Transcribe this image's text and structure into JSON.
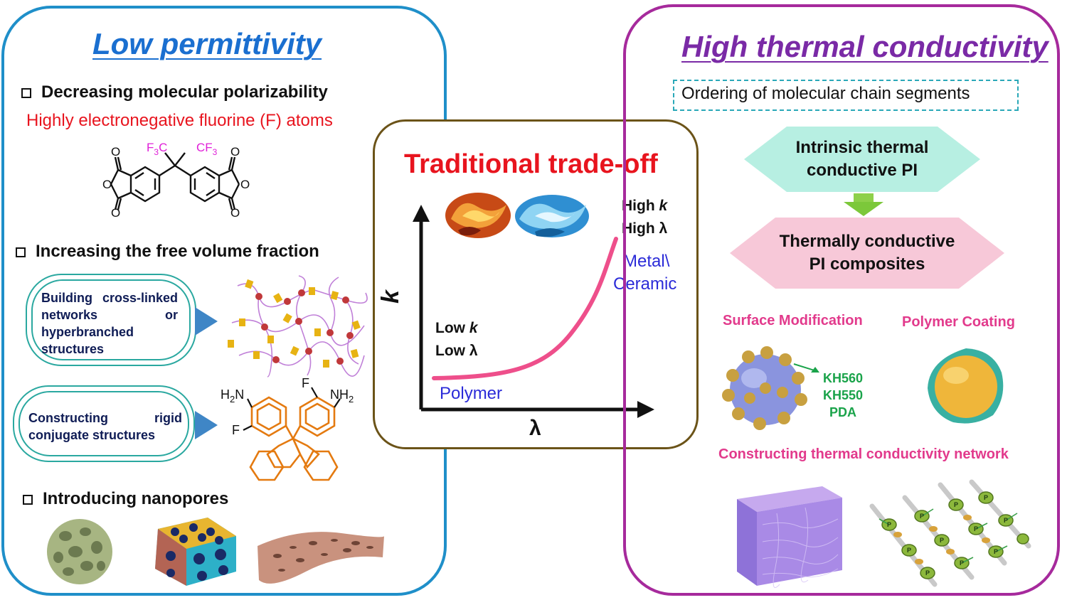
{
  "left": {
    "title": "Low permittivity",
    "bullet1": "Decreasing molecular polarizability",
    "bullet1_sub": "Highly electronegative fluorine (F) atoms",
    "bullet2": "Increasing the free volume fraction",
    "oval1": "Building cross-linked networks or hyperbranched structures",
    "oval2": "Constructing rigid conjugate structures",
    "bullet3": "Introducing nanopores",
    "chem1": {
      "f3c": "F",
      "f3c_sub": "3",
      "f3c_c": "C",
      "cf3": "CF",
      "cf3_sub": "3",
      "o": "O"
    },
    "chem2": {
      "h2n": "H",
      "h2n_sub": "2",
      "h2n_n": "N",
      "nh2": "NH",
      "nh2_sub": "2",
      "f": "F"
    }
  },
  "center": {
    "title": "Traditional trade-off",
    "y_axis": "k",
    "x_axis": "λ",
    "high_k": "High ",
    "high_k_sym": "k",
    "high_lambda": "High λ",
    "low_k": "Low ",
    "low_k_sym": "k",
    "low_lambda": "Low λ",
    "metal": "Metal\\",
    "ceramic": "Ceramic",
    "polymer": "Polymer"
  },
  "right": {
    "title": "High thermal conductivity",
    "ordering": "Ordering of molecular chain segments",
    "hex1_line1": "Intrinsic thermal",
    "hex1_line2": "conductive PI",
    "hex2_line1": "Thermally conductive",
    "hex2_line2": "PI composites",
    "surface_mod": "Surface Modification",
    "polymer_coating": "Polymer Coating",
    "agents": [
      "KH560",
      "KH550",
      "PDA"
    ],
    "network": "Constructing thermal conductivity network",
    "p_label": "P"
  },
  "colors": {
    "left_border": "#1f8fc9",
    "right_border": "#a62a9c",
    "center_border": "#6b5318",
    "left_title": "#1a6fd0",
    "right_title": "#7a2aa6",
    "red_text": "#e8141e",
    "pink": "#e23a8c",
    "green": "#1aa34a",
    "blue_label": "#2b2bd8"
  }
}
